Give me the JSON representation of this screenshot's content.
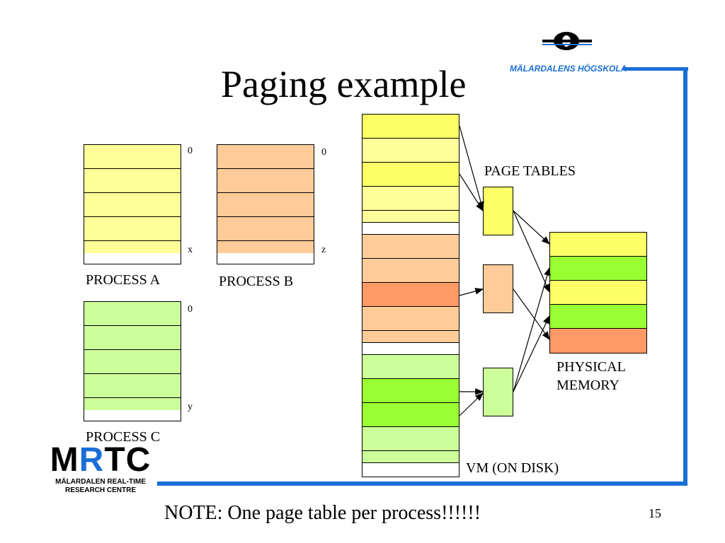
{
  "slide": {
    "title": "Paging example",
    "note": "NOTE: One page table per process!!!!!!",
    "page_number": "15"
  },
  "logo": {
    "university": "MÄLARDALENS HÖGSKOLA",
    "mrtc_m": "M",
    "mrtc_r": "R",
    "mrtc_tc": "TC",
    "mrtc_line1": "MÄLARDALEN REAL-TIME",
    "mrtc_line2": "RESEARCH CENTRE"
  },
  "colors": {
    "yellow": "#ffff99",
    "yellow_bright": "#ffff66",
    "peach": "#ffcc99",
    "orange": "#ff9966",
    "green_light": "#ccff99",
    "green_bright": "#99ff33",
    "blue_accent": "#1a6fd6"
  },
  "processes": {
    "a": {
      "label": "PROCESS A",
      "start": "0",
      "end": "x"
    },
    "b": {
      "label": "PROCESS B",
      "start": "0",
      "end": "z"
    },
    "c": {
      "label": "PROCESS C",
      "start": "0",
      "end": "y"
    }
  },
  "page_tables_label": "PAGE TABLES",
  "physical_memory_label_line1": "PHYSICAL",
  "physical_memory_label_line2": "MEMORY",
  "vm_label": "VM (ON DISK)"
}
